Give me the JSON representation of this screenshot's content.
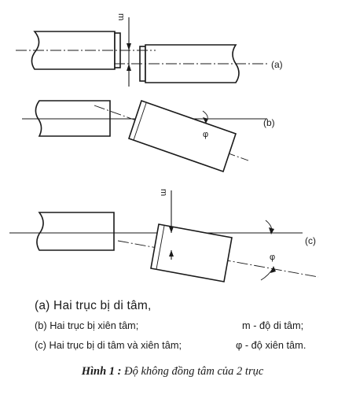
{
  "figure": {
    "labels": {
      "a": "(a)",
      "b": "(b)",
      "c": "(c)",
      "m_top": "m",
      "m_bottom": "m",
      "phi_b": "φ",
      "phi_c": "φ"
    }
  },
  "legend": {
    "item_a": "(a) Hai trục bị di tâm,",
    "item_b": "(b) Hai trục bị xiên tâm;",
    "item_m": "m - độ di tâm;",
    "item_c": "(c) Hai trục bị di tâm và xiên tâm;",
    "item_phi": "φ - độ xiên tâm."
  },
  "caption": {
    "number": "Hình 1 :",
    "text": "Độ không đồng tâm của 2 trục"
  }
}
